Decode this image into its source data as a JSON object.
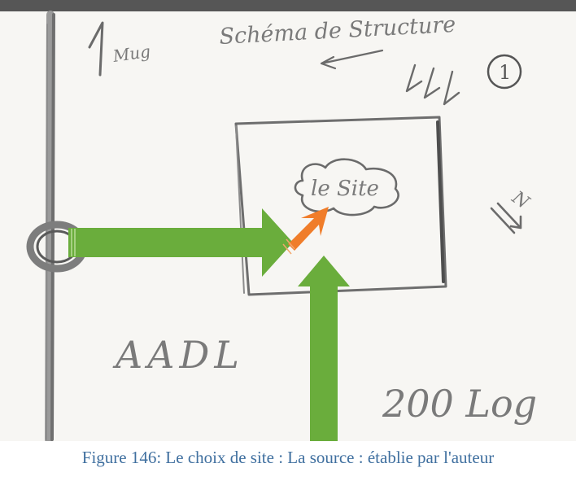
{
  "sketch": {
    "title": "Schéma de Structure",
    "circled_number": "1",
    "top_left_note_1": "Mug",
    "site_label": "le Site",
    "wind_label": "N",
    "bottom_left_text": "AADL",
    "bottom_right_text": "200 Log",
    "colors": {
      "paper": "#f7f6f3",
      "pencil": "#6b6b6b",
      "green_arrow": "#6aad3c",
      "orange_arrow": "#f07d2a"
    }
  },
  "caption": "Figure 146: Le choix de site : La source : établie par l'auteur"
}
